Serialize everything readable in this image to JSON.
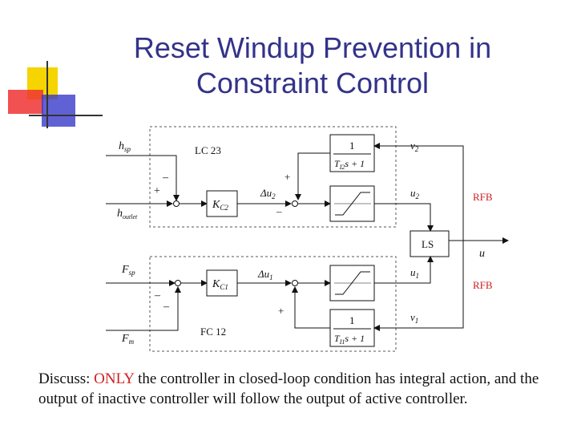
{
  "title": {
    "line1": "Reset Windup Prevention in",
    "line2": "Constraint Control"
  },
  "diagram": {
    "lc_label": "LC 23",
    "fc_label": "FC 12",
    "h_sp": "h",
    "h_sp_sub": "sp",
    "h_out": "h",
    "h_out_sub": "outlet",
    "f_sp": "F",
    "f_sp_sub": "sp",
    "f_m": "F",
    "f_m_sub": "m",
    "kc2": "K",
    "kc2_sub": "C2",
    "kc1": "K",
    "kc1_sub": "C1",
    "du2": "Δu",
    "du2_sub": "2",
    "du1": "Δu",
    "du1_sub": "1",
    "v2": "v",
    "v2_sub": "2",
    "v1": "v",
    "v1_sub": "1",
    "u2": "u",
    "u2_sub": "2",
    "u1": "u",
    "u1_sub": "1",
    "u": "u",
    "ls": "LS",
    "rfb_top": "RFB",
    "rfb_bottom": "RFB",
    "tf_top_num": "1",
    "tf_top_den_a": "T",
    "tf_top_den_sub": "I2",
    "tf_top_den_b": "s + 1",
    "tf_bot_num": "1",
    "tf_bot_den_a": "T",
    "tf_bot_den_sub": "I1",
    "tf_bot_den_b": "s + 1",
    "minus_h_sp": "–",
    "plus_h_out": "+",
    "plus_u2_sum": "+",
    "minus_u2_sum": "–",
    "minus_f_sp": "–",
    "minus_f_m": "–",
    "plus_u1_sum": "+"
  },
  "caption": {
    "prefix": "Discuss: ",
    "highlight": "ONLY",
    "rest": " the controller in closed-loop condition has integral action, and the output of inactive controller will follow the output of active controller."
  },
  "colors": {
    "title": "#33338a",
    "highlight": "#cc2222",
    "deco_yellow": "#f5d400",
    "deco_red": "#ee3333",
    "deco_blue": "#3a3acc"
  }
}
